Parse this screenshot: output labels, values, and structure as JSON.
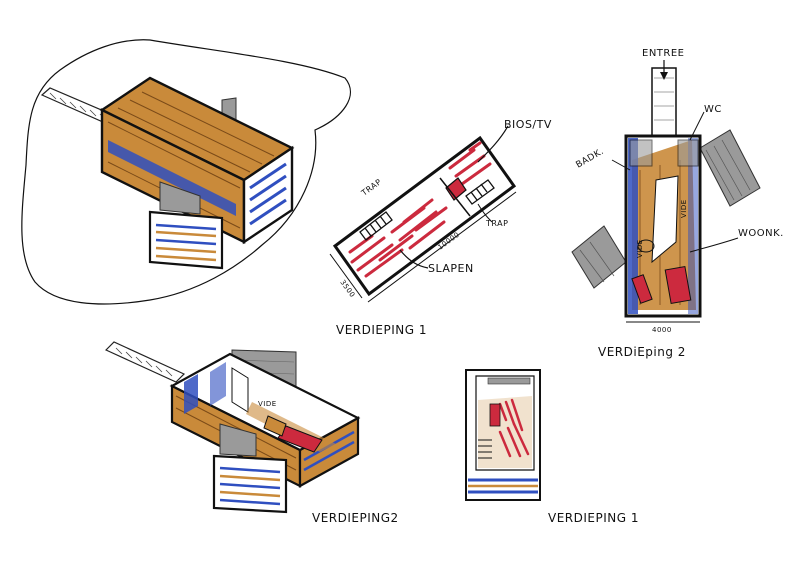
{
  "sheet": {
    "background": "#ffffff",
    "ink_color": "#111111",
    "wood_color": "#c98a3a",
    "blue_color": "#2f4fc0",
    "red_color": "#cc2a3e",
    "gray_color": "#9a9a9a"
  },
  "plan_floor1": {
    "label_bios": "BIOS/TV",
    "label_trap_left": "TRAP",
    "label_trap_right": "TRAP",
    "label_slapen": "SLAPEN",
    "dim_length": "10000",
    "dim_width": "3500",
    "caption": "VERDIEPING 1"
  },
  "plan_floor2": {
    "label_entree": "ENTREE",
    "label_wc": "WC",
    "label_badk": "BADK.",
    "label_woonk": "WOONK.",
    "label_vide_left": "VIDE",
    "label_vide_right": "VIDE",
    "dim_width": "4000",
    "caption": "VERDiEping 2"
  },
  "iso_floor2": {
    "label_vide": "VIDE",
    "caption": "VERDIEPING2"
  },
  "iso_floor1": {
    "caption": "VERDIEPING 1"
  }
}
